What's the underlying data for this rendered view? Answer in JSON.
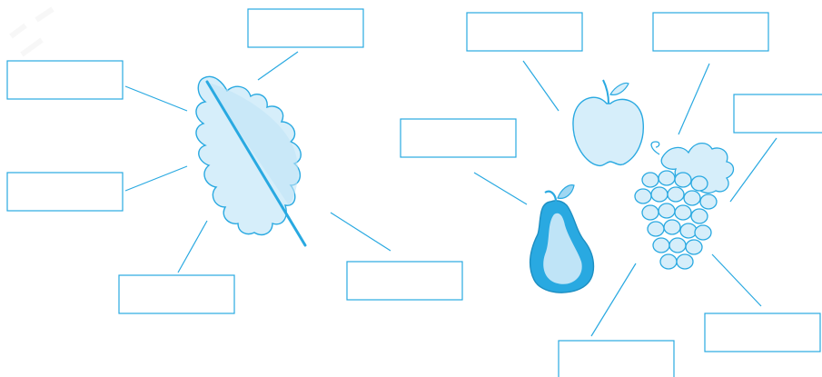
{
  "worksheet": {
    "theme_color": "#29a9e1",
    "fill_light": "#d6eefa",
    "fill_mid": "#9fd7f2",
    "pictures": [
      {
        "name": "leaf",
        "label_boxes": [
          "",
          "",
          "",
          "",
          "",
          ""
        ]
      },
      {
        "name": "apple",
        "label_boxes": [
          "",
          ""
        ]
      },
      {
        "name": "pear",
        "label_boxes": [
          ""
        ]
      },
      {
        "name": "grapes",
        "label_boxes": [
          "",
          "",
          ""
        ]
      }
    ],
    "watermark_text": ""
  }
}
